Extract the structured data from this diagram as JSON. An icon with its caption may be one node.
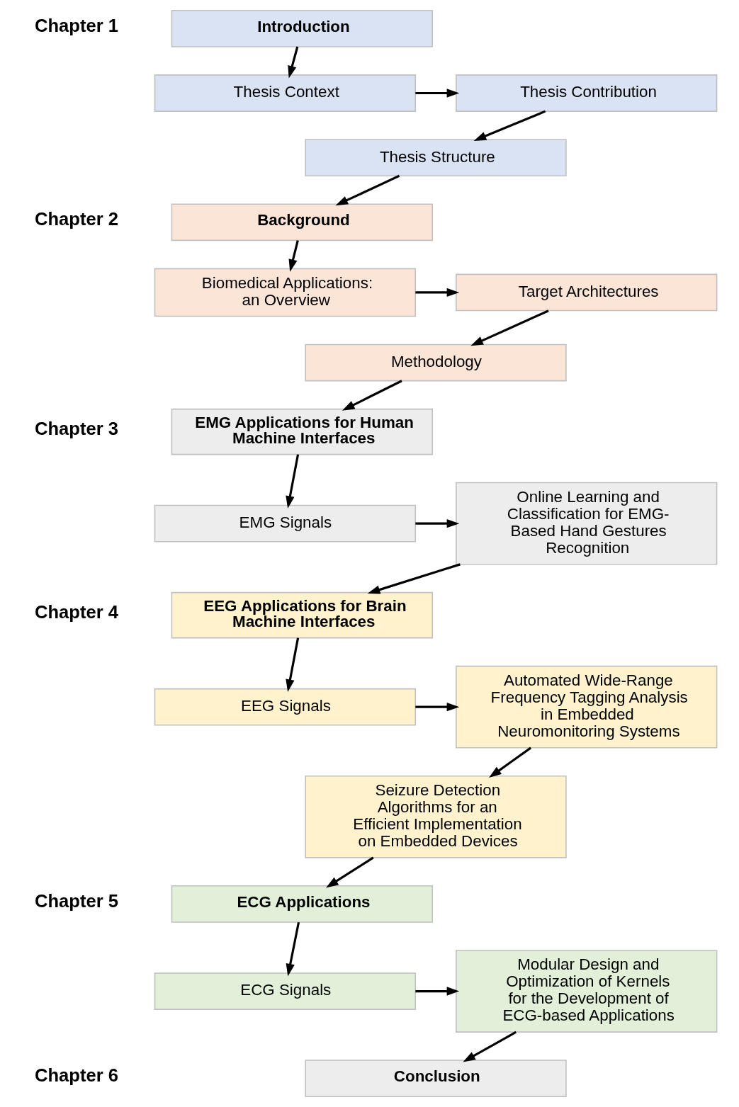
{
  "diagram": {
    "nodes": [
      {
        "text": [
          "Introduction"
        ]
      },
      {
        "text": [
          "Thesis Context"
        ]
      },
      {
        "text": [
          "Thesis Contribution"
        ]
      },
      {
        "text": [
          "Thesis Structure"
        ]
      },
      {
        "text": [
          "Background"
        ]
      },
      {
        "text": [
          "Biomedical Applications: an Overview"
        ]
      },
      {
        "text": [
          "Target Architectures"
        ]
      },
      {
        "text": [
          "Methodology"
        ]
      },
      {
        "text": [
          "EMG Applications for Human Machine Interfaces"
        ]
      },
      {
        "text": [
          "EMG Signals"
        ]
      },
      {
        "text": [
          "Online Learning and Classification for EMG-Based Hand Gestures Recognition"
        ]
      },
      {
        "text": [
          "EEG Applications for Brain Machine Interfaces"
        ]
      },
      {
        "text": [
          "EEG Signals"
        ]
      },
      {
        "text": [
          "Automated Wide-Range Frequency Tagging Analysis in Embedded Neuromonitoring Systems"
        ]
      },
      {
        "text": [
          "Seizure Detection Algorithms for an Efficient Implementation on Embedded Devices"
        ]
      },
      {
        "text": [
          "ECG Applications"
        ]
      },
      {
        "text": [
          "ECG Signals"
        ]
      },
      {
        "text": [
          "Modular Design and Optimization of Kernels for the Development of ECG-based Applications"
        ]
      },
      {
        "text": [
          "Conclusion"
        ]
      }
    ],
    "edges": [
      {
        "from": 0,
        "to": 1,
        "arrow": "to"
      },
      {
        "from": 1,
        "to": 2,
        "arrow": "to"
      },
      {
        "from": 2,
        "to": 3,
        "arrow": "to"
      },
      {
        "from": 3,
        "to": 4,
        "arrow": "to"
      },
      {
        "from": 4,
        "to": 5,
        "arrow": "to"
      },
      {
        "from": 5,
        "to": 6,
        "arrow": "to"
      },
      {
        "from": 6,
        "to": 7,
        "arrow": "to"
      },
      {
        "from": 7,
        "to": 8,
        "arrow": "to"
      },
      {
        "from": 8,
        "to": 9,
        "arrow": "to"
      },
      {
        "from": 9,
        "to": 10,
        "arrow": "to"
      },
      {
        "from": 10,
        "to": 11,
        "arrow": "to"
      },
      {
        "from": 11,
        "to": 12,
        "arrow": "to"
      },
      {
        "from": 12,
        "to": 13,
        "arrow": "to"
      },
      {
        "from": 13,
        "to": 14,
        "arrow": "to"
      },
      {
        "from": 14,
        "to": 15,
        "arrow": "to"
      },
      {
        "from": 15,
        "to": 16,
        "arrow": "to"
      },
      {
        "from": 16,
        "to": 17,
        "arrow": "to"
      },
      {
        "from": 17,
        "to": 18,
        "arrow": "to"
      }
    ],
    "labels": [
      "Chapter 1",
      "Chapter 2",
      "Chapter 3",
      "Chapter 4",
      "Chapter 5",
      "Chapter 6"
    ]
  }
}
